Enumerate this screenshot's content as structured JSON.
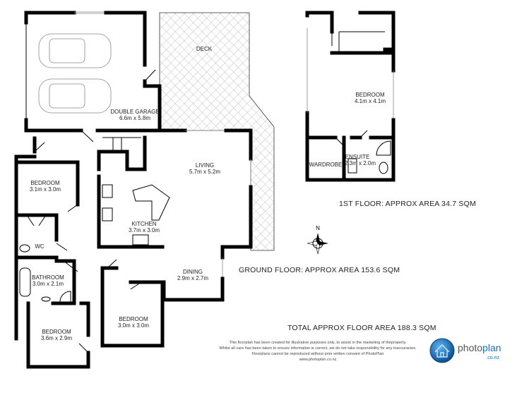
{
  "ground_floor": {
    "rooms": {
      "deck": {
        "name": "DECK"
      },
      "garage": {
        "name": "DOUBLE GARAGE",
        "size": "6.6m x 5.8m"
      },
      "living": {
        "name": "LIVING",
        "size": "5.7m x 5.2m"
      },
      "bedroom1": {
        "name": "BEDROOM",
        "size": "3.1m x 3.0m"
      },
      "kitchen": {
        "name": "KITCHEN",
        "size": "3.7m x 3.0m"
      },
      "wc": {
        "name": "WC"
      },
      "bathroom": {
        "name": "BATHROOM",
        "size": "3.0m x 2.1m"
      },
      "dining": {
        "name": "DINING",
        "size": "2.9m x 2.7m"
      },
      "bedroom2": {
        "name": "BEDROOM",
        "size": "3.0m x 3.0m"
      },
      "bedroom3": {
        "name": "BEDROOM",
        "size": "3.6m x 2.9m"
      }
    },
    "area_label": "GROUND FLOOR: APPROX AREA 153.6 SQM"
  },
  "first_floor": {
    "rooms": {
      "bedroom": {
        "name": "BEDROOM",
        "size": "4.1m x 4.1m"
      },
      "wardrobe": {
        "name": "WARDROBE"
      },
      "ensuite": {
        "name": "ENSUITE",
        "size": "2.3m x 2.0m"
      }
    },
    "area_label": "1ST FLOOR: APPROX AREA 34.7 SQM"
  },
  "compass": {
    "north_label": "N"
  },
  "total_area_label": "TOTAL APPROX FLOOR AREA 188.3 SQM",
  "disclaimer": [
    "This floorplan has been created for illustrative purposes only, to assist in the marketing of theproperty.",
    "Whilst all care has been taken to ensure information is correct, we do not take responsibility for any inaccuracies.",
    "Floorplans cannot be reproduced without prior written consent of PhotoPlan",
    "www.photoplan.co.nz"
  ],
  "logo": {
    "name_part1": "photo",
    "name_part2": "plan",
    "domain": ".co.nz",
    "color": "#1a6fc2"
  }
}
